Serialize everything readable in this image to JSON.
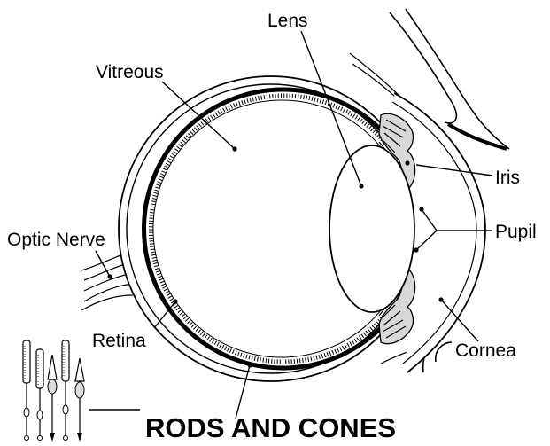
{
  "labels": {
    "lens": "Lens",
    "vitreous": "Vitreous",
    "iris": "Iris",
    "optic_nerve": "Optic Nerve",
    "pupil": "Pupil",
    "retina": "Retina",
    "cornea": "Cornea"
  },
  "title": "RODS AND CONES"
}
